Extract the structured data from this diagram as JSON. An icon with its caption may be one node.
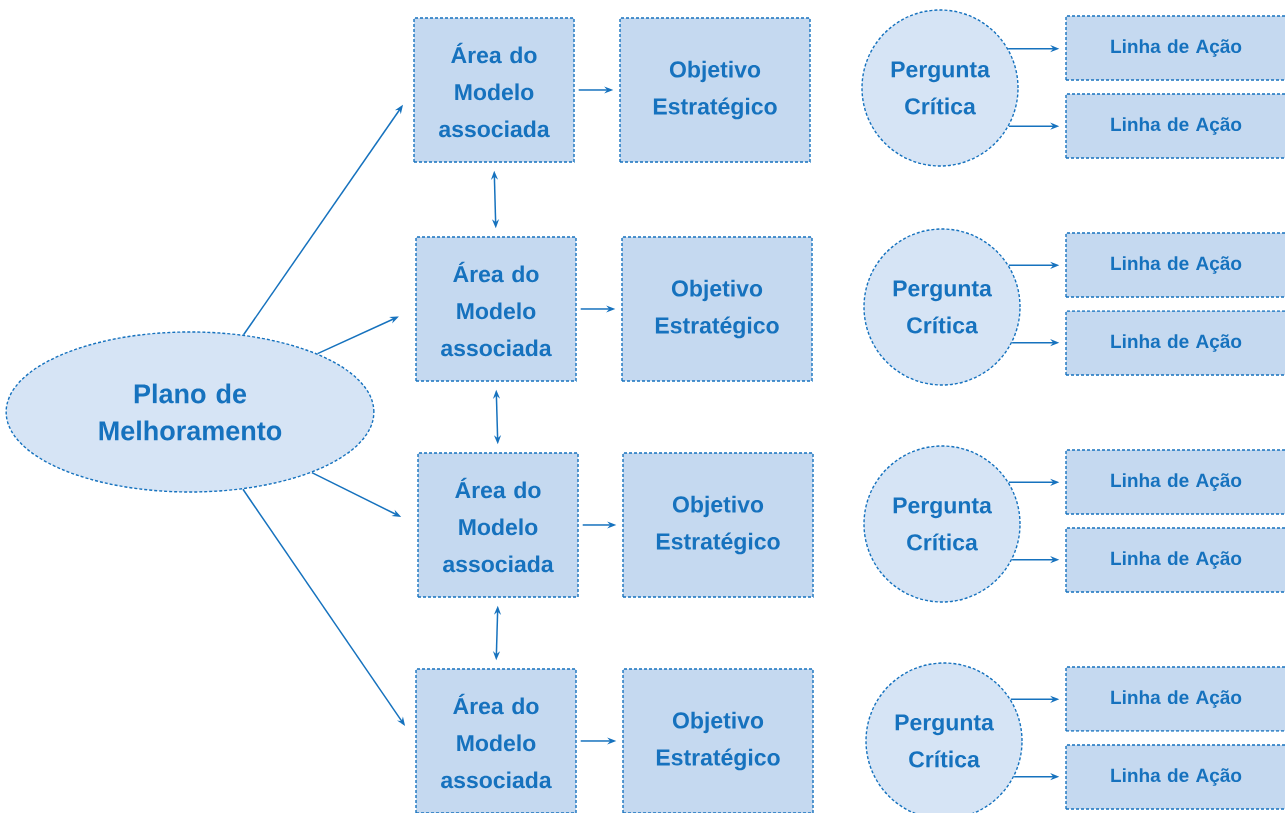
{
  "diagram": {
    "nodes": [
      {
        "text": [
          "Plano de Melhoramento"
        ]
      },
      {
        "text": [
          "Área do Modelo associada"
        ]
      },
      {
        "text": [
          "Objetivo Estratégico"
        ]
      },
      {
        "text": [
          "Pergunta Crítica"
        ]
      },
      {
        "text": [
          "Linha de Ação"
        ]
      },
      {
        "text": [
          "Linha de Ação"
        ]
      },
      {
        "text": [
          "Área do Modelo associada"
        ]
      },
      {
        "text": [
          "Objetivo Estratégico"
        ]
      },
      {
        "text": [
          "Pergunta Crítica"
        ]
      },
      {
        "text": [
          "Linha de Ação"
        ]
      },
      {
        "text": [
          "Linha de Ação"
        ]
      },
      {
        "text": [
          "Área do Modelo associada"
        ]
      },
      {
        "text": [
          "Objetivo Estratégico"
        ]
      },
      {
        "text": [
          "Pergunta Crítica"
        ]
      },
      {
        "text": [
          "Linha de Ação"
        ]
      },
      {
        "text": [
          "Linha de Ação"
        ]
      },
      {
        "text": [
          "Área do Modelo associada"
        ]
      },
      {
        "text": [
          "Objetivo Estratégico"
        ]
      },
      {
        "text": [
          "Pergunta Crítica"
        ]
      },
      {
        "text": [
          "Linha de Ação"
        ]
      },
      {
        "text": [
          "Linha de Ação"
        ]
      }
    ],
    "edges": [
      {
        "from": 0,
        "to": 1,
        "arrow": "to"
      },
      {
        "from": 0,
        "to": 6,
        "arrow": "to"
      },
      {
        "from": 0,
        "to": 11,
        "arrow": "to"
      },
      {
        "from": 0,
        "to": 16,
        "arrow": "to"
      },
      {
        "from": 1,
        "to": 2,
        "arrow": "to"
      },
      {
        "from": 6,
        "to": 7,
        "arrow": "to"
      },
      {
        "from": 11,
        "to": 12,
        "arrow": "to"
      },
      {
        "from": 16,
        "to": 17,
        "arrow": "to"
      },
      {
        "from": 1,
        "to": 6,
        "arrow": "both"
      },
      {
        "from": 6,
        "to": 11,
        "arrow": "both"
      },
      {
        "from": 11,
        "to": 16,
        "arrow": "both"
      },
      {
        "from": 3,
        "to": 4,
        "arrow": "to"
      },
      {
        "from": 3,
        "to": 5,
        "arrow": "to"
      },
      {
        "from": 8,
        "to": 9,
        "arrow": "to"
      },
      {
        "from": 8,
        "to": 10,
        "arrow": "to"
      },
      {
        "from": 13,
        "to": 14,
        "arrow": "to"
      },
      {
        "from": 13,
        "to": 15,
        "arrow": "to"
      },
      {
        "from": 18,
        "to": 19,
        "arrow": "to"
      },
      {
        "from": 18,
        "to": 20,
        "arrow": "to"
      }
    ]
  }
}
